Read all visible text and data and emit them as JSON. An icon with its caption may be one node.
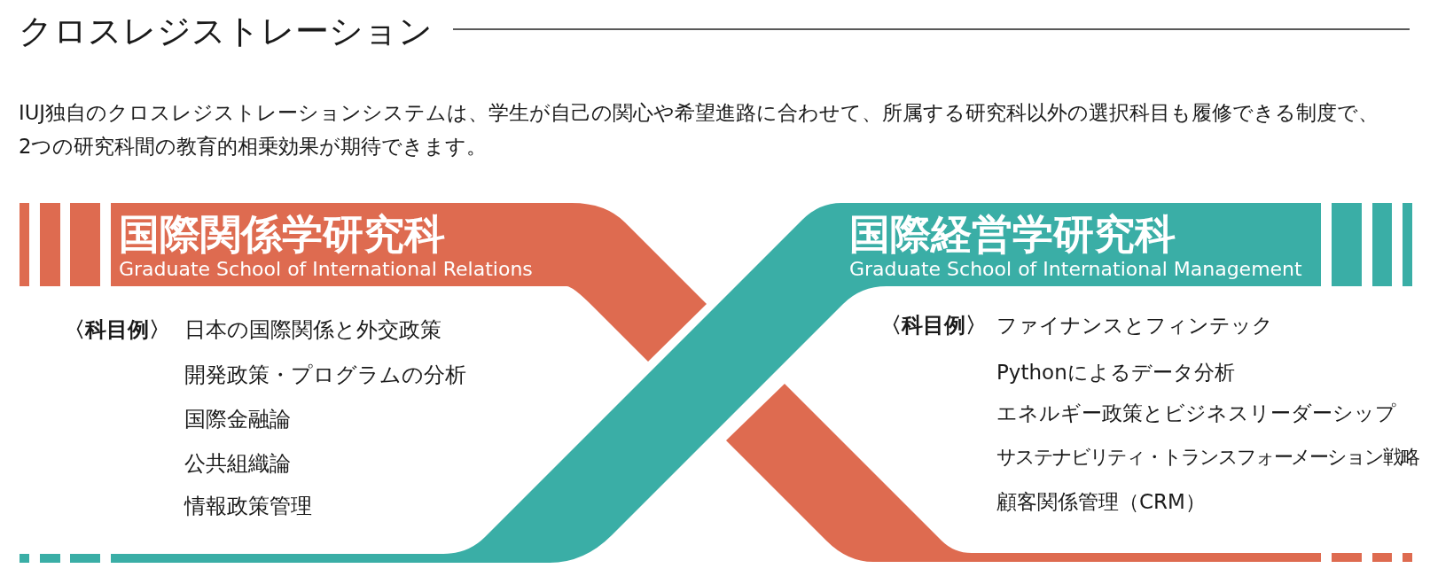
{
  "diagram": {
    "title": "クロスレジストレーション",
    "nodes": [
      {
        "text": [
          "国際関係学研究科",
          "Graduate School of International Relations"
        ]
      },
      {
        "text": [
          "国際経営学研究科",
          "Graduate School of International Management"
        ]
      }
    ],
    "labels": [
      "IUJ独自のクロスレジストレーションシステムは、学生が自己の関心や希望進路に合わせて、所属する研究科以外の選択科目も履修できる制度で、2つの研究科間の教育的相乗効果が期待できます。",
      "〈科目例〉",
      "日本の国際関係と外交政策",
      "開発政策・プログラムの分析",
      "国際金融論",
      "公共組織論",
      "情報政策管理",
      "〈科目例〉",
      "ファイナンスとフィンテック",
      "Pythonによるデータ分析",
      "エネルギー政策とビジネスリーダーシップ",
      "サステナビリティ・トランスフォーメーション戦略",
      "顧客関係管理（CRM）"
    ]
  }
}
